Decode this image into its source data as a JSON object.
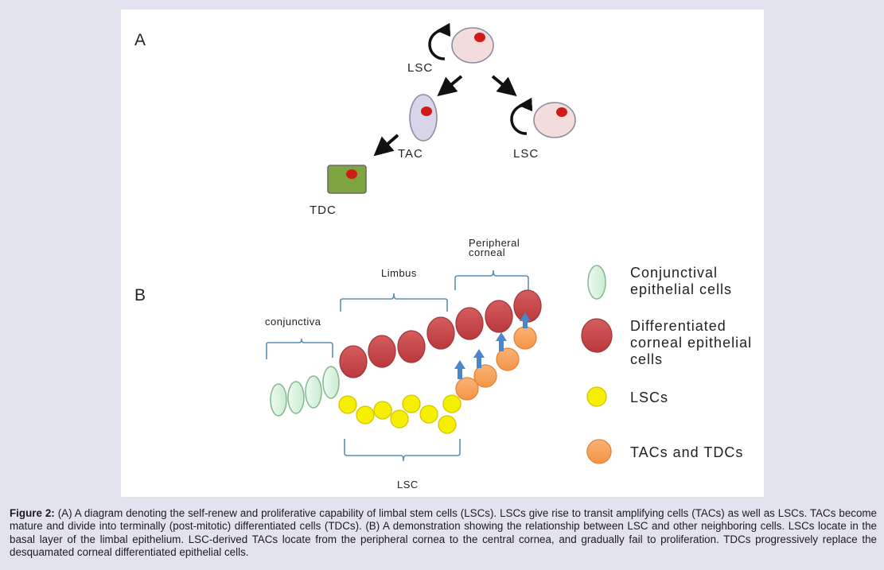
{
  "panel_a": {
    "label": "A",
    "top_cell_label": "LSC",
    "left_cell_label": "TAC",
    "right_cell_label": "LSC",
    "bottom_cell_label": "TDC"
  },
  "panel_b": {
    "label": "B",
    "conjunctiva_label": "conjunctiva",
    "limbus_label": "Limbus",
    "peripheral_label_line1": "Peripheral",
    "peripheral_label_line2": "corneal",
    "lsc_label": "LSC"
  },
  "legend": {
    "conjunctival_line1": "Conjunctival",
    "conjunctival_line2": "epithelial cells",
    "differentiated_line1": "Differentiated",
    "differentiated_line2": "corneal epithelial",
    "differentiated_line3": "cells",
    "lscs": "LSCs",
    "tacs": "TACs and TDCs"
  },
  "caption": {
    "lead": "Figure 2:",
    "text": " (A) A diagram denoting the self-renew and proliferative capability of limbal stem cells (LSCs). LSCs give rise to transit amplifying cells (TACs) as well as LSCs. TACs become mature and divide into terminally (post-mitotic) differentiated cells (TDCs). (B) A demonstration showing the relationship between LSC and other neighboring cells. LSCs locate in the basal layer of the limbal epithelium. LSC-derived TACs locate from the peripheral cornea to the central cornea, and gradually fail to proliferation. TDCs progressively replace the desquamated corneal differentiated epithelial cells."
  },
  "colors": {
    "stem_cell_fill": "#f3dcdc",
    "nucleus": "#d11a1a",
    "tac_fill": "#d9d6ec",
    "tdc_fill": "#7da43f",
    "conjunctival": "#d8f1dc",
    "differentiated": "#c9474a",
    "lsc_yellow": "#f5f000",
    "tac_orange": "#f7a35c",
    "arrow_blue": "#4a86c8"
  }
}
